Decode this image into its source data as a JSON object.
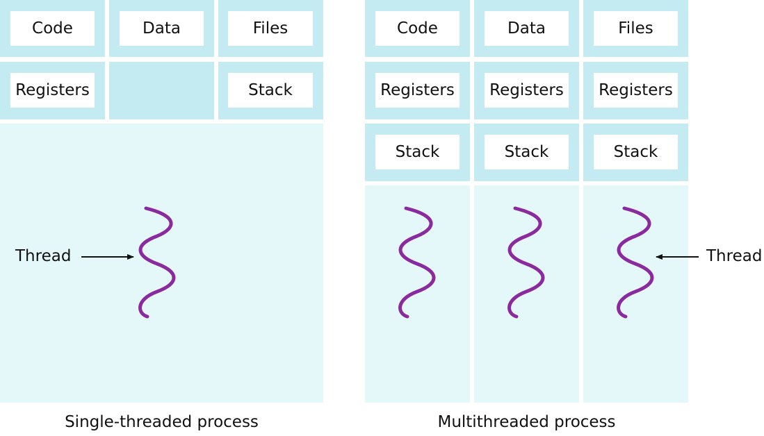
{
  "single": {
    "caption": "Single-threaded process",
    "code": "Code",
    "data": "Data",
    "files": "Files",
    "registers": "Registers",
    "stack": "Stack",
    "thread_label": "Thread"
  },
  "multi": {
    "caption": "Multithreaded process",
    "code": "Code",
    "data": "Data",
    "files": "Files",
    "registers": [
      "Registers",
      "Registers",
      "Registers"
    ],
    "stacks": [
      "Stack",
      "Stack",
      "Stack"
    ],
    "thread_label": "Thread"
  },
  "colors": {
    "header_cell": "#c4ebf2",
    "thread_area": "#e4f8fa",
    "thread": "#8b2a9e",
    "arrow": "#111111"
  },
  "icons": {
    "thread": "wavy-thread-icon",
    "arrow": "arrow-icon"
  }
}
